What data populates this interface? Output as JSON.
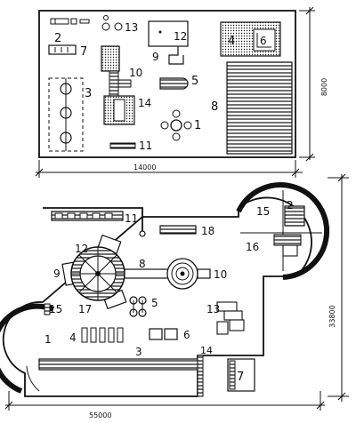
{
  "top_plan": {
    "labels": {
      "n1": "1",
      "n2": "2",
      "n3": "3",
      "n4": "4",
      "n5": "5",
      "n6": "6",
      "n7": "7",
      "n8": "8",
      "n9": "9",
      "n10": "10",
      "n11": "11",
      "n12": "12",
      "n13": "13",
      "n14": "14"
    },
    "width_dimension": "14000",
    "height_dimension": "8000"
  },
  "bottom_plan": {
    "labels": {
      "n1": "1",
      "n2": "2",
      "n3": "3",
      "n4": "4",
      "n5": "5",
      "n6": "6",
      "n7": "7",
      "n8": "8",
      "n9": "9",
      "n10": "10",
      "n11": "11",
      "n12": "12",
      "n13": "13",
      "n14": "14",
      "n15a": "15",
      "n15b": "15",
      "n16": "16",
      "n17": "17",
      "n18": "18"
    },
    "width_dimension": "55000",
    "height_dimension": "33800"
  }
}
